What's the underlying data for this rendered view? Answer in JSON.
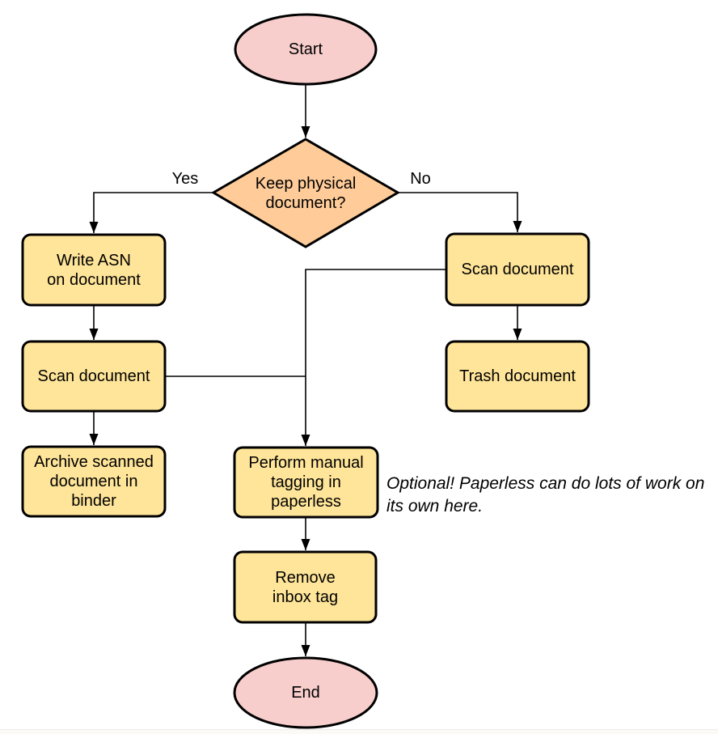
{
  "diagram": {
    "colors": {
      "terminal_fill": "#F8CECC",
      "decision_fill": "#FFCC99",
      "process_fill": "#FFE599",
      "stroke": "#000000",
      "background": "#FFFFFF"
    },
    "nodes": {
      "start": {
        "type": "terminal",
        "label": "Start"
      },
      "keep_physical": {
        "type": "decision",
        "label": "Keep physical\ndocument?"
      },
      "write_asn": {
        "type": "process",
        "label": "Write ASN\non document"
      },
      "scan_left": {
        "type": "process",
        "label": "Scan document"
      },
      "archive": {
        "type": "process",
        "label": "Archive scanned\ndocument in\nbinder"
      },
      "scan_right": {
        "type": "process",
        "label": "Scan document"
      },
      "trash": {
        "type": "process",
        "label": "Trash document"
      },
      "tagging": {
        "type": "process",
        "label": "Perform manual\ntagging in\npaperless"
      },
      "remove_inbox": {
        "type": "process",
        "label": "Remove\ninbox tag"
      },
      "end": {
        "type": "terminal",
        "label": "End"
      }
    },
    "edge_labels": {
      "yes": "Yes",
      "no": "No"
    },
    "annotation": {
      "text": "Optional! Paperless can do lots of work on\nits own here."
    }
  }
}
